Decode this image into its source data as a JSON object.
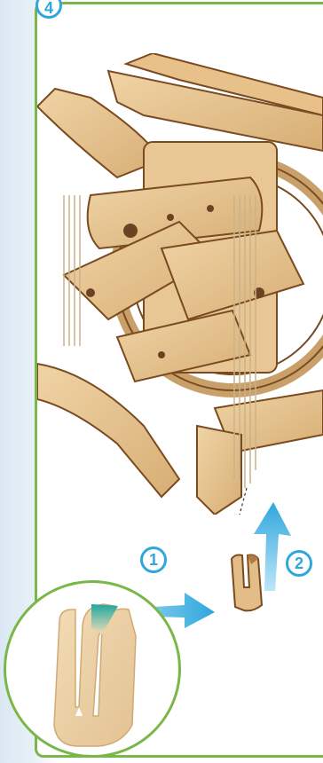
{
  "step": {
    "number": "4"
  },
  "callouts": [
    {
      "label": "1"
    },
    {
      "label": "2"
    }
  ],
  "colors": {
    "frame": "#7ab648",
    "accent": "#2ea7dd",
    "wood_light": "#e9c896",
    "wood_mid": "#d4a96d",
    "wood_dark": "#8a5a2b"
  },
  "illustration": {
    "main": "wooden-mechanism-assembly",
    "detail": "string-clip-part",
    "arrows": [
      "insert-arrow",
      "lift-arrow"
    ]
  }
}
